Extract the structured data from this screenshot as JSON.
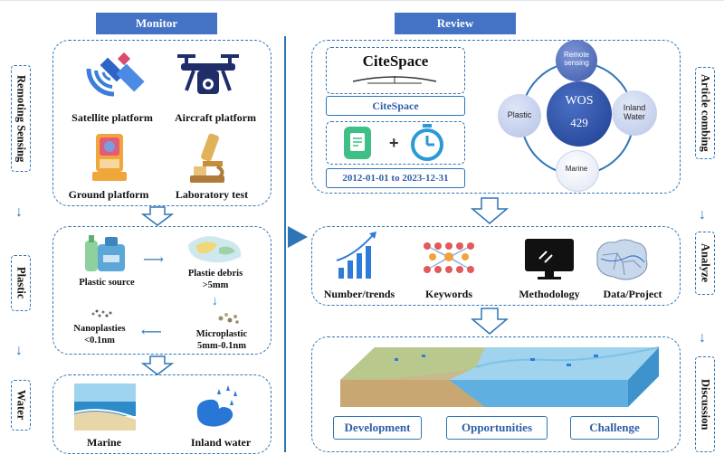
{
  "headers": {
    "monitor": "Monitor",
    "review": "Review"
  },
  "left_side": [
    "Remoting Sensing",
    "Plastic",
    "Water"
  ],
  "right_side": [
    "Article combing",
    "Analyze",
    "Discussion"
  ],
  "platforms": [
    "Satellite platform",
    "Aircraft platform",
    "Ground platform",
    "Laboratory test"
  ],
  "plastic": {
    "source": "Plastic source",
    "debris_line1": "Plastie debris",
    "debris_line2": ">5mm",
    "micro_line1": "Microplastic",
    "micro_line2": "5mm-0.1nm",
    "nano_line1": "Nanoplasties",
    "nano_line2": "<0.1nm"
  },
  "water": [
    "Marine",
    "Inland water"
  ],
  "citespace": {
    "logo": "CiteSpace",
    "label": "CiteSpace",
    "date_range": "2012-01-01 to 2023-12-31",
    "plus": "+"
  },
  "wos": {
    "center_line1": "WOS",
    "center_line2": "429",
    "top_line1": "Remote",
    "top_line2": "sensing",
    "left": "Plastic",
    "right_line1": "Inland",
    "right_line2": "Water",
    "bottom": "Marine"
  },
  "analyze": [
    "Number/trends",
    "Keywords",
    "Methodology",
    "Data/Project"
  ],
  "discussion": [
    "Development",
    "Opportunities",
    "Challenge"
  ],
  "colors": {
    "accent": "#4472c4",
    "dash": "#2e75b6",
    "navy": "#1f2e6b"
  }
}
